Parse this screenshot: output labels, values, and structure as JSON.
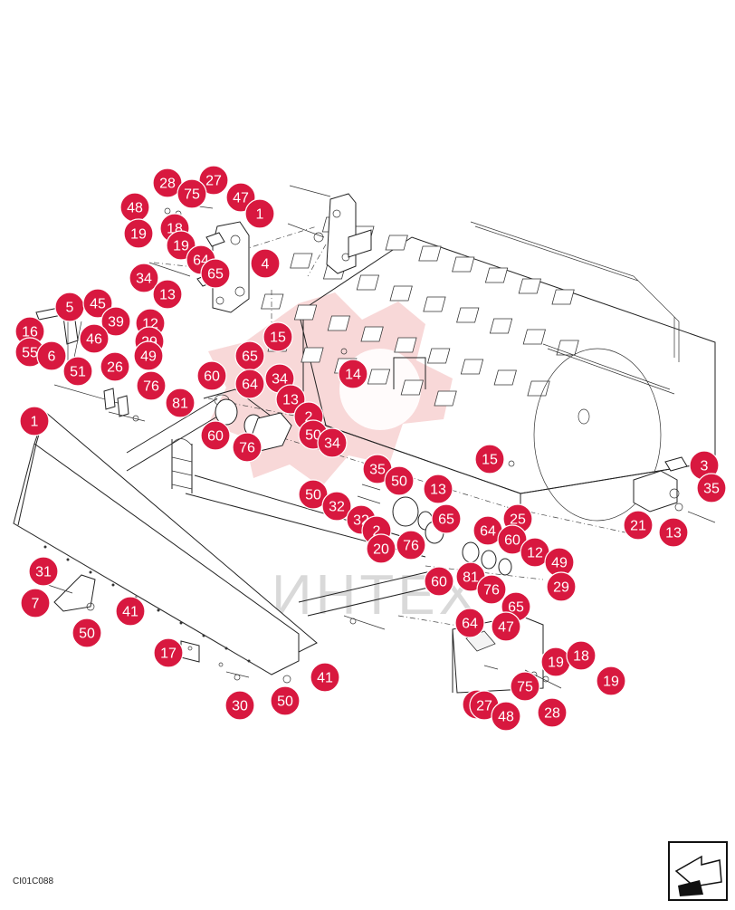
{
  "watermark": {
    "text": "ИНТЕХ"
  },
  "figure_code": "CI01C088",
  "callout_color": "#d8183f",
  "callouts": [
    {
      "label": "28"
    },
    {
      "label": "27"
    },
    {
      "label": "75"
    },
    {
      "label": "47"
    },
    {
      "label": "1"
    },
    {
      "label": "48"
    },
    {
      "label": "19"
    },
    {
      "label": "18"
    },
    {
      "label": "19"
    },
    {
      "label": "64"
    },
    {
      "label": "4"
    },
    {
      "label": "34"
    },
    {
      "label": "65"
    },
    {
      "label": "13"
    },
    {
      "label": "5"
    },
    {
      "label": "45"
    },
    {
      "label": "39"
    },
    {
      "label": "46"
    },
    {
      "label": "16"
    },
    {
      "label": "55"
    },
    {
      "label": "6"
    },
    {
      "label": "51"
    },
    {
      "label": "26"
    },
    {
      "label": "12"
    },
    {
      "label": "29"
    },
    {
      "label": "49"
    },
    {
      "label": "76"
    },
    {
      "label": "81"
    },
    {
      "label": "60"
    },
    {
      "label": "65"
    },
    {
      "label": "15"
    },
    {
      "label": "64"
    },
    {
      "label": "34"
    },
    {
      "label": "13"
    },
    {
      "label": "14"
    },
    {
      "label": "2"
    },
    {
      "label": "50"
    },
    {
      "label": "34"
    },
    {
      "label": "60"
    },
    {
      "label": "76"
    },
    {
      "label": "1"
    },
    {
      "label": "15"
    },
    {
      "label": "35"
    },
    {
      "label": "50"
    },
    {
      "label": "13"
    },
    {
      "label": "50"
    },
    {
      "label": "32"
    },
    {
      "label": "32"
    },
    {
      "label": "2"
    },
    {
      "label": "20"
    },
    {
      "label": "76"
    },
    {
      "label": "65"
    },
    {
      "label": "64"
    },
    {
      "label": "25"
    },
    {
      "label": "60"
    },
    {
      "label": "12"
    },
    {
      "label": "49"
    },
    {
      "label": "29"
    },
    {
      "label": "81"
    },
    {
      "label": "76"
    },
    {
      "label": "60"
    },
    {
      "label": "65"
    },
    {
      "label": "3"
    },
    {
      "label": "35"
    },
    {
      "label": "21"
    },
    {
      "label": "13"
    },
    {
      "label": "31"
    },
    {
      "label": "7"
    },
    {
      "label": "41"
    },
    {
      "label": "50"
    },
    {
      "label": "17"
    },
    {
      "label": "41"
    },
    {
      "label": "50"
    },
    {
      "label": "30"
    },
    {
      "label": "64"
    },
    {
      "label": "47"
    },
    {
      "label": "19"
    },
    {
      "label": "18"
    },
    {
      "label": "19"
    },
    {
      "label": "75"
    },
    {
      "label": "1"
    },
    {
      "label": "27"
    },
    {
      "label": "48"
    },
    {
      "label": "28"
    }
  ]
}
